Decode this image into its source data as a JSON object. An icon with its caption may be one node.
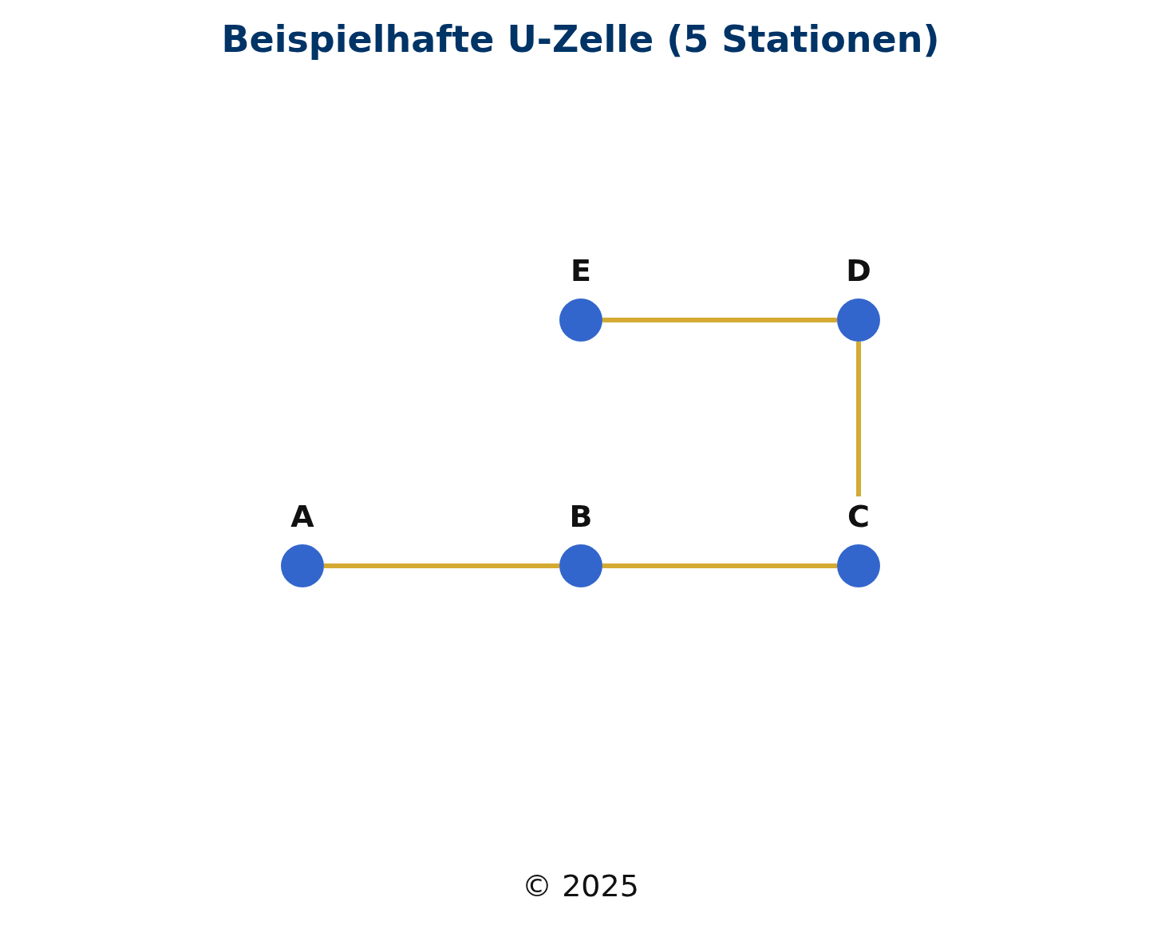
{
  "diagram": {
    "title": "Beispielhafte U-Zelle (5 Stationen)",
    "nodes": [
      {
        "text": [
          "E"
        ]
      },
      {
        "text": [
          "D"
        ]
      },
      {
        "text": [
          "A"
        ]
      },
      {
        "text": [
          "B"
        ]
      },
      {
        "text": [
          "C"
        ]
      }
    ],
    "edges": [
      {
        "from": 2,
        "to": 3,
        "arrow": "none"
      },
      {
        "from": 3,
        "to": 4,
        "arrow": "none"
      },
      {
        "from": 4,
        "to": 1,
        "arrow": "none"
      },
      {
        "from": 1,
        "to": 0,
        "arrow": "none"
      }
    ],
    "labels": [
      "© 2025"
    ]
  }
}
